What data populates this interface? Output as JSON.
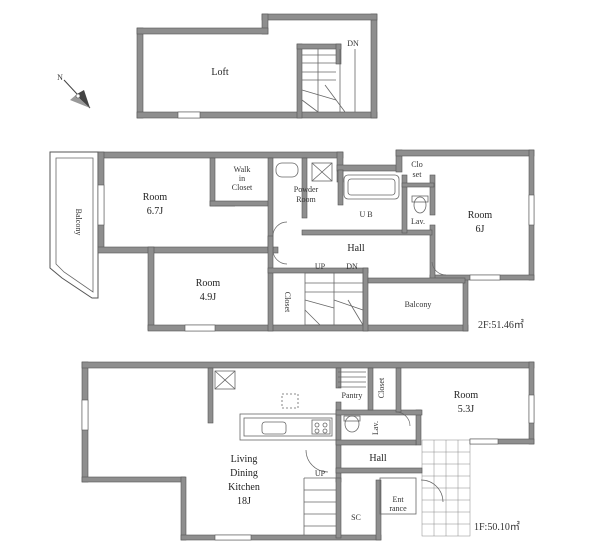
{
  "compass": {
    "label": "N"
  },
  "loft": {
    "label": "Loft",
    "stair_dn": "DN"
  },
  "floor2": {
    "area_label": "2F:51.46㎡",
    "rooms": {
      "room_a": {
        "name": "Room",
        "size": "6.7J"
      },
      "room_b": {
        "name": "Room",
        "size": "4.9J"
      },
      "room_c": {
        "name": "Room",
        "size": "6J"
      },
      "walk_in_closet": {
        "line1": "Walk",
        "line2": "in",
        "line3": "Closet"
      },
      "powder_room": {
        "line1": "Powder",
        "line2": "Room"
      },
      "unit_bath": "U B",
      "lavatory": "Lav.",
      "closet_top": {
        "line1": "Clo",
        "line2": "set"
      },
      "hall": "Hall",
      "closet_side": "Closet",
      "balcony_left": "Balcony",
      "balcony_bottom": "Balcony",
      "stair_up": "UP",
      "stair_dn": "DN"
    }
  },
  "floor1": {
    "area_label": "1F:50.10㎡",
    "rooms": {
      "ldk": {
        "line1": "Living",
        "line2": "Dining",
        "line3": "Kitchen",
        "size": "18J"
      },
      "room": {
        "name": "Room",
        "size": "5.3J"
      },
      "pantry": "Pantry",
      "closet": "Closet",
      "lavatory": "Lav.",
      "hall": "Hall",
      "entrance": {
        "line1": "Ent",
        "line2": "rance"
      },
      "shoe_closet": "SC",
      "stair_up": "UP"
    }
  }
}
